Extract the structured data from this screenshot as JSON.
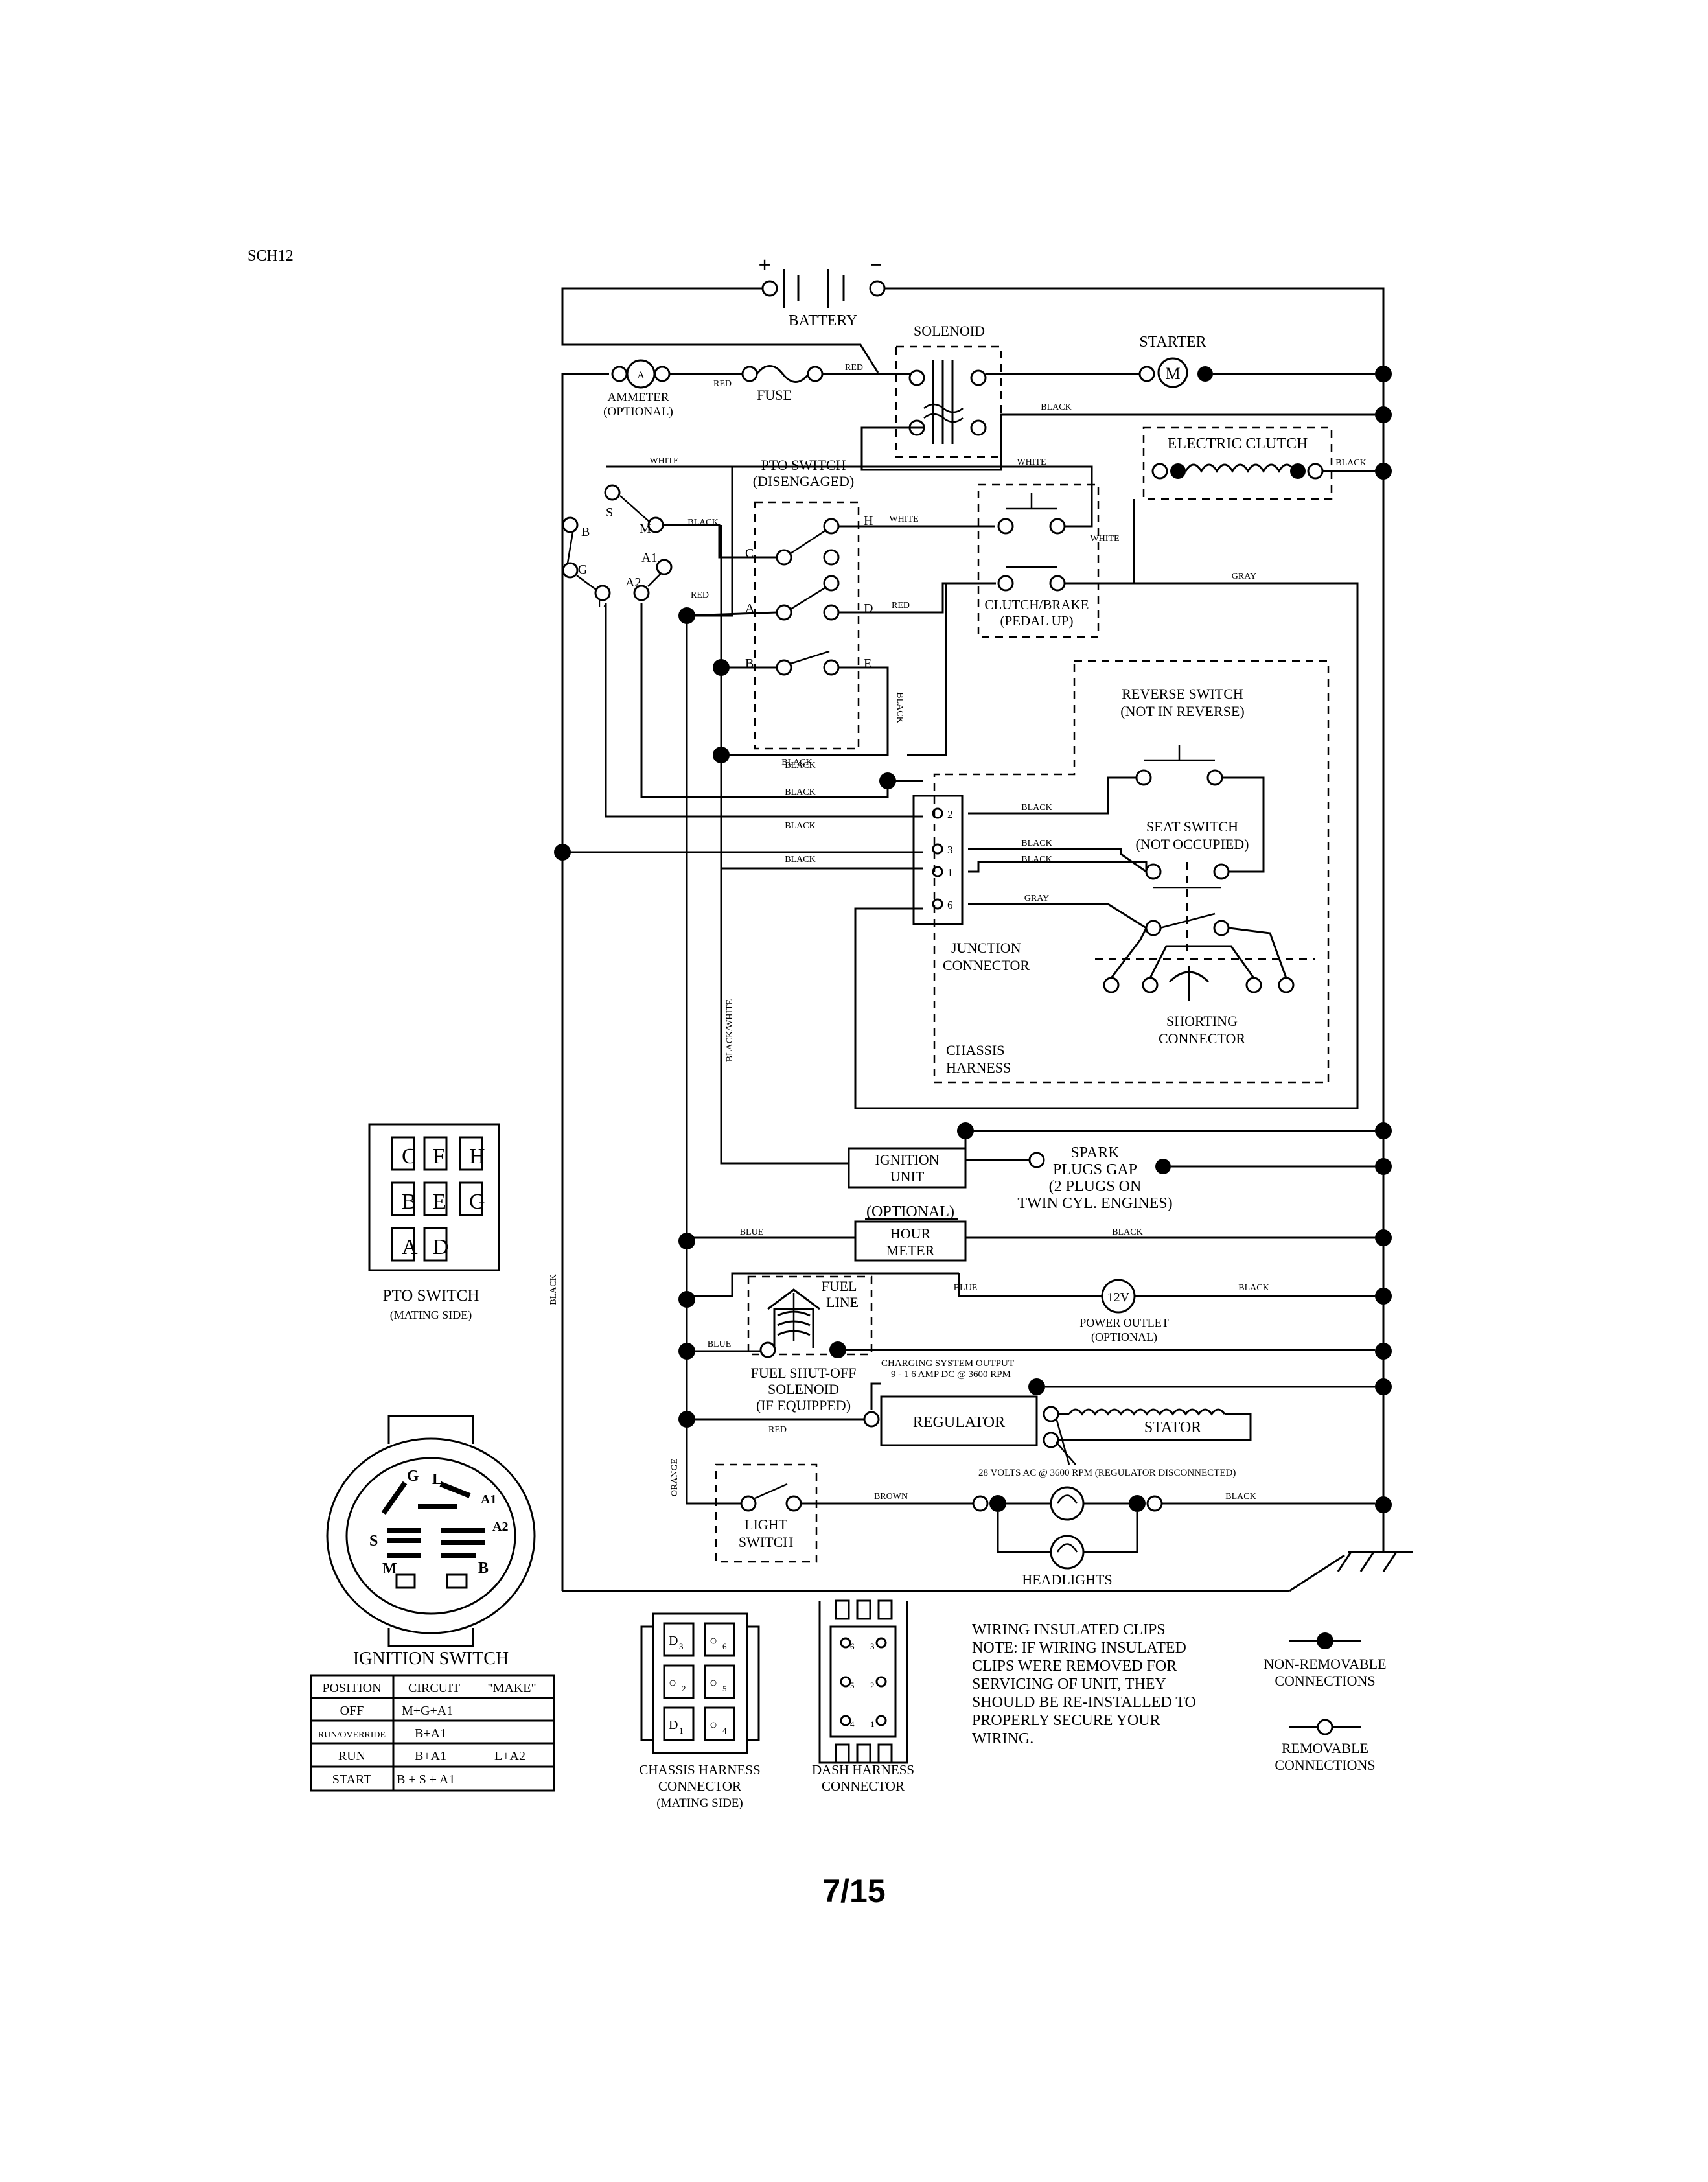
{
  "header": {
    "sheet_code": "SCH12",
    "page_number": "7/15"
  },
  "battery": {
    "label": "BATTERY",
    "plus": "+",
    "minus": "−"
  },
  "solenoid": {
    "label": "SOLENOID"
  },
  "starter": {
    "label": "STARTER",
    "symbol": "M"
  },
  "ammeter": {
    "label_1": "AMMETER",
    "label_2": "(OPTIONAL)",
    "symbol": "A"
  },
  "fuse": {
    "label": "FUSE"
  },
  "electric_clutch": {
    "label": "ELECTRIC CLUTCH"
  },
  "pto_switch": {
    "label_1": "PTO SWITCH",
    "label_2": "(DISENGAGED)",
    "terminals": [
      "C",
      "H",
      "A",
      "D",
      "B",
      "E"
    ]
  },
  "clutch_brake": {
    "label_1": "CLUTCH/BRAKE",
    "label_2": "(PEDAL UP)"
  },
  "ignition_terminals": [
    "B",
    "S",
    "M",
    "G",
    "L",
    "A2",
    "A1"
  ],
  "reverse_switch": {
    "label_1": "REVERSE SWITCH",
    "label_2": "(NOT IN REVERSE)"
  },
  "seat_switch": {
    "label_1": "SEAT SWITCH",
    "label_2": "(NOT OCCUPIED)"
  },
  "junction_connector": {
    "label_1": "JUNCTION",
    "label_2": "CONNECTOR",
    "pins": [
      "2",
      "3",
      "1",
      "6"
    ]
  },
  "shorting_connector": {
    "label_1": "SHORTING",
    "label_2": "CONNECTOR"
  },
  "chassis_harness": {
    "label_1": "CHASSIS",
    "label_2": "HARNESS"
  },
  "ignition_unit": {
    "label_1": "IGNITION",
    "label_2": "UNIT"
  },
  "spark_plugs": {
    "line_1": "SPARK",
    "line_2": "PLUGS GAP",
    "line_3": "(2 PLUGS ON",
    "line_4": "TWIN CYL. ENGINES)"
  },
  "hour_meter": {
    "optional": "(OPTIONAL)",
    "label_1": "HOUR",
    "label_2": "METER"
  },
  "fuel_line": {
    "label_1": "FUEL",
    "label_2": "LINE"
  },
  "fuel_solenoid": {
    "label_1": "FUEL SHUT-OFF",
    "label_2": "SOLENOID",
    "label_3": "(IF EQUIPPED)"
  },
  "power_outlet": {
    "symbol": "12V",
    "label_1": "POWER OUTLET",
    "label_2": "(OPTIONAL)"
  },
  "charging_output": {
    "line_1": "CHARGING SYSTEM OUTPUT",
    "line_2": "9 - 1 6 AMP DC @ 3600 RPM"
  },
  "regulator": {
    "label": "REGULATOR"
  },
  "stator": {
    "label": "STATOR",
    "note": "28 VOLTS AC @ 3600 RPM (REGULATOR DISCONNECTED)"
  },
  "light_switch": {
    "label_1": "LIGHT",
    "label_2": "SWITCH"
  },
  "headlights": {
    "label": "HEADLIGHTS"
  },
  "wire_colors": {
    "red": "RED",
    "black": "BLACK",
    "white": "WHITE",
    "gray": "GRAY",
    "blue": "BLUE",
    "brown": "BROWN",
    "orange": "ORANGE",
    "black_white": "BLACK/WHITE"
  },
  "pto_mating": {
    "title_1": "PTO SWITCH",
    "title_2": "(MATING SIDE)",
    "cells": [
      "C",
      "F",
      "H",
      "B",
      "E",
      "G",
      "A",
      "D"
    ]
  },
  "ignition_switch": {
    "title": "IGNITION SWITCH",
    "face_letters": [
      "G",
      "L",
      "A1",
      "A2",
      "S",
      "M",
      "B"
    ],
    "table": {
      "headers": [
        "POSITION",
        "CIRCUIT",
        "\"MAKE\""
      ],
      "rows": [
        {
          "position": "OFF",
          "circuit": "M+G+A1",
          "extra": ""
        },
        {
          "position": "RUN/OVERRIDE",
          "circuit": "B+A1",
          "extra": ""
        },
        {
          "position": "RUN",
          "circuit": "B+A1",
          "extra": "L+A2"
        },
        {
          "position": "START",
          "circuit": "B + S + A1",
          "extra": ""
        }
      ]
    }
  },
  "chassis_connector": {
    "label_1": "CHASSIS HARNESS",
    "label_2": "CONNECTOR",
    "label_3": "(MATING SIDE)",
    "pins": [
      "3",
      "6",
      "2",
      "5",
      "1",
      "4"
    ]
  },
  "dash_connector": {
    "label_1": "DASH HARNESS",
    "label_2": "CONNECTOR",
    "pins": [
      "6",
      "3",
      "5",
      "2",
      "4",
      "1"
    ]
  },
  "notes": {
    "line_1": "WIRING INSULATED CLIPS",
    "line_2": "NOTE: IF WIRING INSULATED",
    "line_3": "CLIPS WERE REMOVED FOR",
    "line_4": "SERVICING OF UNIT, THEY",
    "line_5": "SHOULD BE RE-INSTALLED TO",
    "line_6": "PROPERLY SECURE YOUR",
    "line_7": "WIRING."
  },
  "legend": {
    "non_removable_1": "NON-REMOVABLE",
    "non_removable_2": "CONNECTIONS",
    "removable_1": "REMOVABLE",
    "removable_2": "CONNECTIONS"
  }
}
